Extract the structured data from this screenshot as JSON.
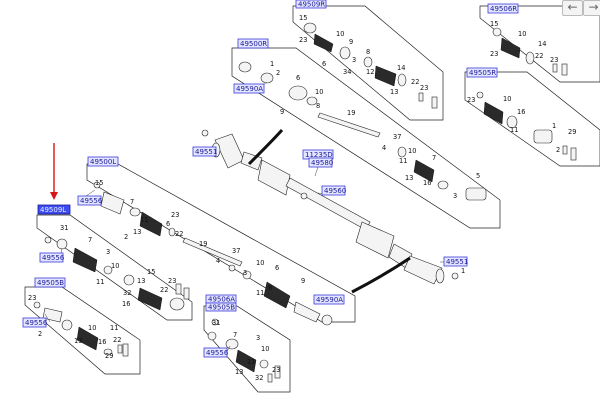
{
  "toolbar": {
    "back_icon": "arrow-left-icon",
    "forward_icon": "arrow-right-icon"
  },
  "labels": {
    "l_49509R": "49509R",
    "l_49506R": "49506R",
    "l_49500R": "49500R",
    "l_49505R": "49505R",
    "l_49590A_top": "49590A",
    "l_49551_upper": "49551",
    "l_11235D": "11235D",
    "l_49580": "49580",
    "l_49560": "49560",
    "l_49500L": "49500L",
    "l_49509L": "49509L",
    "l_49556_l": "49556",
    "l_49556_l2": "49556",
    "l_49551_lower": "49551",
    "l_49505B": "49505B",
    "l_49506A": "49506A",
    "l_49505B_b": "49505B",
    "l_49590A_bottom": "49590A",
    "l_49556_bl": "49556",
    "l_49556_bm": "49556"
  },
  "callouts": {
    "n1": "1",
    "n2": "2",
    "n3": "3",
    "n4": "4",
    "n5": "5",
    "n6": "6",
    "n7": "7",
    "n8": "8",
    "n9": "9",
    "n10": "10",
    "n11": "11",
    "n12": "12",
    "n13": "13",
    "n14": "14",
    "n15": "15",
    "n16": "16",
    "n19": "19",
    "n22": "22",
    "n23": "23",
    "n29": "29",
    "n31": "31",
    "n32": "32",
    "n34": "34",
    "n37": "37"
  }
}
